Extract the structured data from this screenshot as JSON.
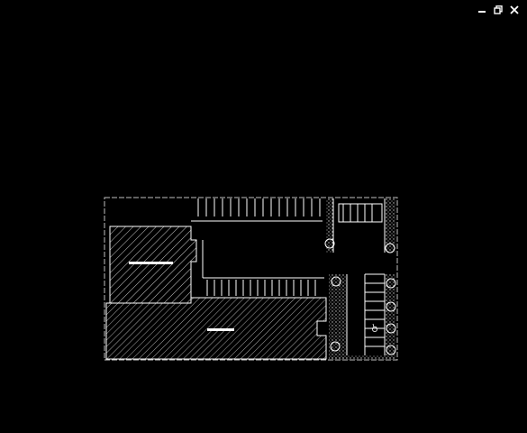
{
  "window": {
    "controls": [
      {
        "name": "minimize-button",
        "icon": "minimize-icon"
      },
      {
        "name": "restore-button",
        "icon": "restore-icon"
      },
      {
        "name": "close-button",
        "icon": "close-icon"
      }
    ]
  },
  "canvas": {
    "background": "#000000",
    "line_color": "#ffffff",
    "hatch_color": "#c8c8c8",
    "symbols": {
      "accessible_parking": "wheelchair-icon"
    }
  }
}
